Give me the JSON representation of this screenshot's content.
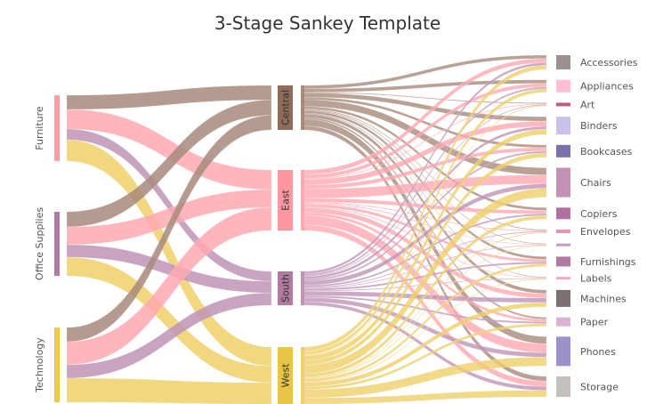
{
  "chart_data": {
    "type": "sankey",
    "title": "3-Stage Sankey Template",
    "stage1": [
      {
        "name": "Furniture",
        "color": "#ff9da7"
      },
      {
        "name": "Office Supplies",
        "color": "#b07aa1"
      },
      {
        "name": "Technology",
        "color": "#edc948"
      }
    ],
    "stage2": [
      {
        "name": "Central",
        "color": "#8f6b5a",
        "flow_color": "#a88a7b"
      },
      {
        "name": "East",
        "color": "#ff97a0",
        "flow_color": "#ffa8b0"
      },
      {
        "name": "South",
        "color": "#b07aa1",
        "flow_color": "#bf94b5"
      },
      {
        "name": "West",
        "color": "#e8c547",
        "flow_color": "#efd06a"
      }
    ],
    "stage1_to_stage2": [
      [
        16,
        22,
        12,
        24
      ],
      [
        17,
        20,
        14,
        21
      ],
      [
        16,
        26,
        15,
        27
      ]
    ],
    "stage3": [
      {
        "name": "Accessories",
        "color": "#9d8f8f",
        "value": 16,
        "split": [
          4,
          5,
          3,
          5
        ]
      },
      {
        "name": "Appliances",
        "color": "#ffbed2",
        "value": 14,
        "split": [
          4,
          4,
          2,
          4
        ]
      },
      {
        "name": "Art",
        "color": "#c45a80",
        "value": 4,
        "split": [
          1,
          1,
          1,
          1
        ]
      },
      {
        "name": "Binders",
        "color": "#c9c0ec",
        "value": 20,
        "split": [
          5,
          6,
          3,
          6
        ]
      },
      {
        "name": "Bookcases",
        "color": "#7b71aa",
        "value": 14,
        "split": [
          3,
          4,
          2,
          5
        ]
      },
      {
        "name": "Chairs",
        "color": "#c291b5",
        "value": 33,
        "split": [
          8,
          10,
          5,
          10
        ]
      },
      {
        "name": "Copiers",
        "color": "#b071a0",
        "value": 13,
        "split": [
          3,
          4,
          2,
          4
        ]
      },
      {
        "name": "Envelopes",
        "color": "#ee8fb4",
        "value": 4,
        "split": [
          1,
          1,
          1,
          1
        ]
      },
      {
        "name": "",
        "color": "#c79ac3",
        "value": 3,
        "split": [
          1,
          1,
          1,
          1
        ]
      },
      {
        "name": "Furnishings",
        "color": "#b07aa1",
        "value": 11,
        "split": [
          3,
          3,
          2,
          3
        ]
      },
      {
        "name": "Labels",
        "color": "#f0a9c0",
        "value": 3,
        "split": [
          1,
          1,
          1,
          1
        ]
      },
      {
        "name": "Machines",
        "color": "#7b6f6f",
        "value": 19,
        "split": [
          4,
          5,
          5,
          5
        ]
      },
      {
        "name": "Paper",
        "color": "#dbb1d4",
        "value": 10,
        "split": [
          2,
          3,
          2,
          3
        ]
      },
      {
        "name": "Phones",
        "color": "#9c92c9",
        "value": 33,
        "split": [
          8,
          10,
          5,
          10
        ]
      },
      {
        "name": "Storage",
        "color": "#c5bfbd",
        "value": 23,
        "split": [
          5,
          6,
          4,
          7
        ]
      }
    ]
  }
}
